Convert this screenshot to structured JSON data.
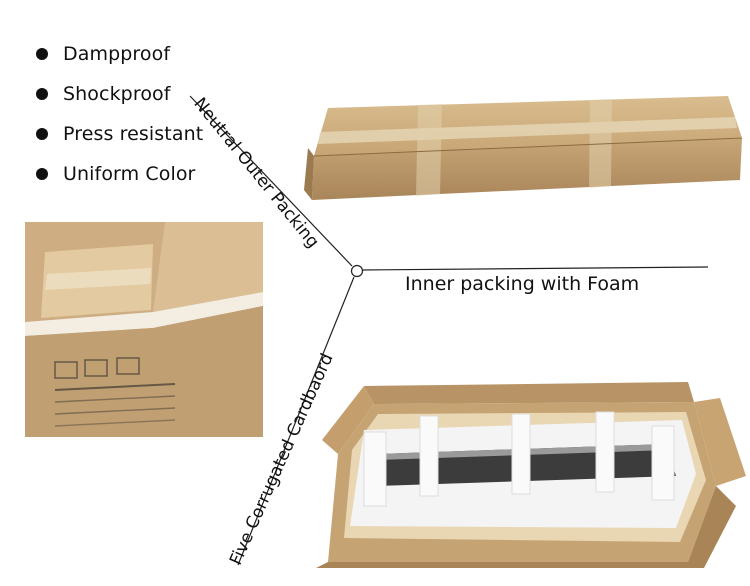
{
  "features": [
    {
      "label": "Dampproof"
    },
    {
      "label": "Shockproof"
    },
    {
      "label": "Press resistant"
    },
    {
      "label": "Uniform Color"
    }
  ],
  "labels": {
    "outer": "Neutral Outer Packing",
    "inner": "Inner packing with Foam",
    "cardboard": "Five Corrugated Cardbaord"
  },
  "colors": {
    "cardboard": "#c9a777",
    "cardboard_dark": "#a27e4f",
    "tape": "#dcc8a4",
    "foam": "#f3f3f3",
    "product": "#3a3a3a"
  }
}
